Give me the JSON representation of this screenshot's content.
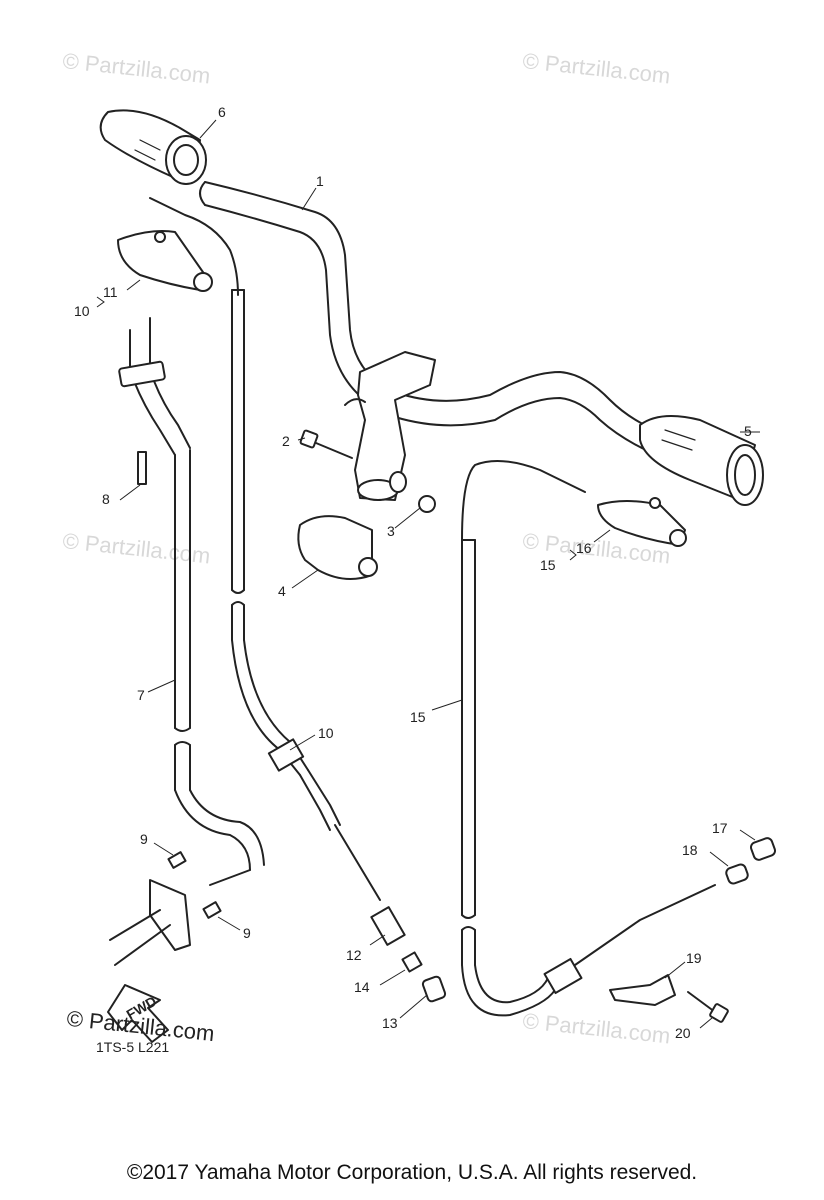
{
  "callouts": [
    "1",
    "2",
    "3",
    "4",
    "5",
    "6",
    "7",
    "8",
    "9",
    "9",
    "10",
    "10",
    "11",
    "12",
    "13",
    "14",
    "15",
    "15",
    "16",
    "17",
    "18",
    "19",
    "20"
  ],
  "watermark": "© Partzilla.com",
  "fwd_label": "FWD",
  "diagram_code": "1TS-5 L221",
  "logo": {
    "symbol": "©",
    "text": "Partzilla.com"
  },
  "copyright": "©2017 Yamaha Motor Corporation, U.S.A. All rights reserved."
}
